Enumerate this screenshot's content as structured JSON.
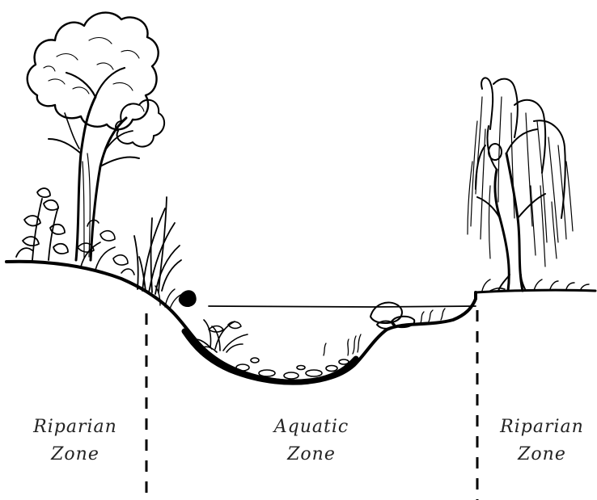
{
  "zones": {
    "riparian_left": {
      "line1": "Riparian",
      "line2": "Zone"
    },
    "aquatic": {
      "line1": "Aquatic",
      "line2": "Zone"
    },
    "riparian_right": {
      "line1": "Riparian",
      "line2": "Zone"
    }
  }
}
